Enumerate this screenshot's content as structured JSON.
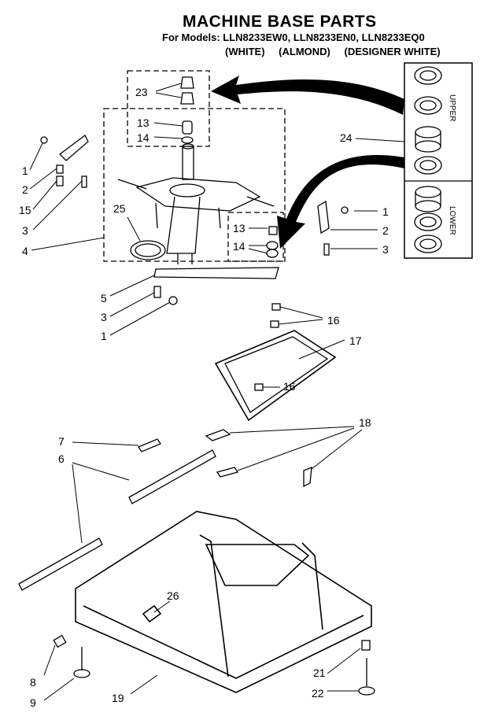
{
  "header": {
    "title": "MACHINE BASE PARTS",
    "models": "For Models: LLN8233EW0, LLN8233EN0, LLN8233EQ0",
    "colors": [
      "(WHITE)",
      "(ALMOND)",
      "(DESIGNER WHITE)"
    ]
  },
  "inset": {
    "upper": "UPPER",
    "lower": "LOWER"
  },
  "callouts": {
    "c23": "23",
    "c13a": "13",
    "c14a": "14",
    "c24": "24",
    "c1a": "1",
    "c2a": "2",
    "c15": "15",
    "c3a": "3",
    "c25": "25",
    "c4": "4",
    "c1b": "1",
    "c2b": "2",
    "c3b": "3",
    "c13b": "13",
    "c14b": "14",
    "c5": "5",
    "c3c": "3",
    "c1c": "1",
    "c16a": "16",
    "c17": "17",
    "c16b": "16",
    "c7": "7",
    "c18": "18",
    "c6": "6",
    "c26": "26",
    "c8": "8",
    "c9": "9",
    "c19": "19",
    "c21": "21",
    "c22": "22"
  }
}
